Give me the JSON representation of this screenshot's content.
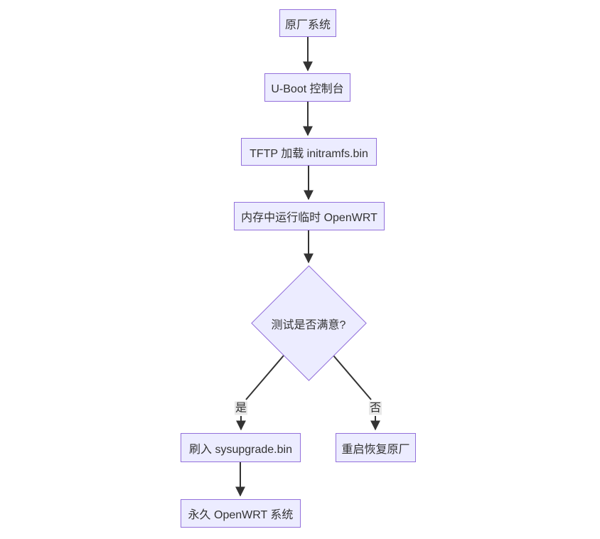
{
  "diagram": {
    "type": "flowchart",
    "direction": "top-to-bottom",
    "background": "#ffffff",
    "colors": {
      "node_fill": "#ECECFF",
      "node_border": "#9370DB",
      "edge_line": "#333333",
      "edge_label_bg": "#e8e8e8",
      "text": "#333333"
    },
    "nodes": {
      "factory": {
        "label": "原厂系统",
        "shape": "rect"
      },
      "uboot": {
        "label": "U-Boot 控制台",
        "shape": "rect"
      },
      "tftp": {
        "label": "TFTP 加载 initramfs.bin",
        "shape": "rect"
      },
      "ram": {
        "label": "内存中运行临时 OpenWRT",
        "shape": "rect"
      },
      "decision": {
        "label": "测试是否满意?",
        "shape": "diamond"
      },
      "flash": {
        "label": "刷入 sysupgrade.bin",
        "shape": "rect"
      },
      "reboot": {
        "label": "重启恢复原厂",
        "shape": "rect"
      },
      "permanent": {
        "label": "永久 OpenWRT 系统",
        "shape": "rect"
      }
    },
    "edges": [
      {
        "from": "factory",
        "to": "uboot",
        "label": ""
      },
      {
        "from": "uboot",
        "to": "tftp",
        "label": ""
      },
      {
        "from": "tftp",
        "to": "ram",
        "label": ""
      },
      {
        "from": "ram",
        "to": "decision",
        "label": ""
      },
      {
        "from": "decision",
        "to": "flash",
        "label": "是"
      },
      {
        "from": "decision",
        "to": "reboot",
        "label": "否"
      },
      {
        "from": "flash",
        "to": "permanent",
        "label": ""
      }
    ]
  }
}
